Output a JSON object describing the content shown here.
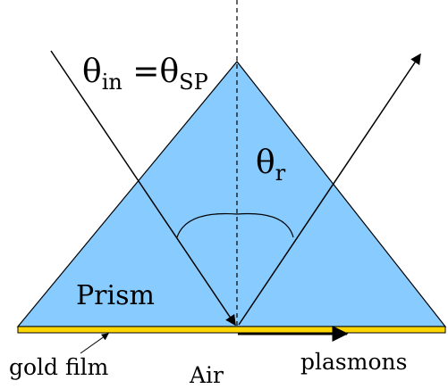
{
  "labels": {
    "theta_main": "θ",
    "theta_in_sub": "in",
    "equals": " =",
    "theta_main_2": "θ",
    "theta_sp_sub": "SP",
    "theta_r_main": "θ",
    "theta_r_sub": "r",
    "prism": "Prism",
    "gold_film": "gold film",
    "air": "Air",
    "plasmons": "plasmons"
  },
  "colors": {
    "prism_fill": "#87cbff",
    "gold_film": "#ffd700",
    "stroke": "#000000",
    "background": "#ffffff"
  },
  "line_styles": {
    "normal": "dashed",
    "rays": "solid"
  }
}
